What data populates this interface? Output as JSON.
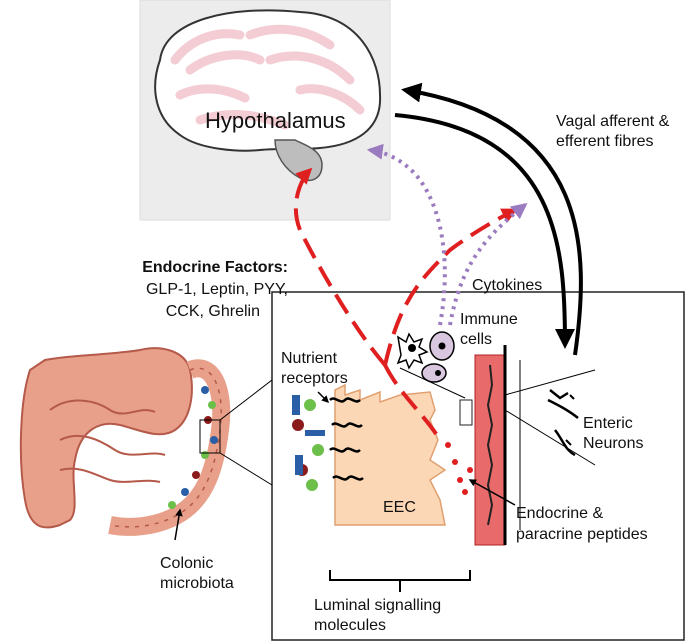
{
  "labels": {
    "hypothalamus": "Hypothalamus",
    "vagal_line1": "Vagal afferent &",
    "vagal_line2": "efferent fibres",
    "endocrine_factors_title": "Endocrine Factors:",
    "endocrine_factors_line1": "GLP-1, Leptin, PYY,",
    "endocrine_factors_line2": "CCK, Ghrelin",
    "cytokines": "Cytokines",
    "immune_line1": "Immune",
    "immune_line2": "cells",
    "nutrient_line1": "Nutrient",
    "nutrient_line2": "receptors",
    "enteric_line1": "Enteric",
    "enteric_line2": "Neurons",
    "eec": "EEC",
    "peptides_line1": "Endocrine &",
    "peptides_line2": "paracrine peptides",
    "colonic_line1": "Colonic",
    "colonic_line2": "microbiota",
    "luminal_line1": "Luminal signalling",
    "luminal_line2": "molecules"
  },
  "colors": {
    "brain_bg": "#ececec",
    "brain_pink": "#f3cdd3",
    "endocrine_arrow": "#e02020",
    "cytokine_arrow": "#9b7bbf",
    "neural_arrow": "#000000",
    "eec_fill": "#fbd7b5",
    "muscle_fill": "#e86a6a",
    "gut_fill": "#e8a08a"
  }
}
